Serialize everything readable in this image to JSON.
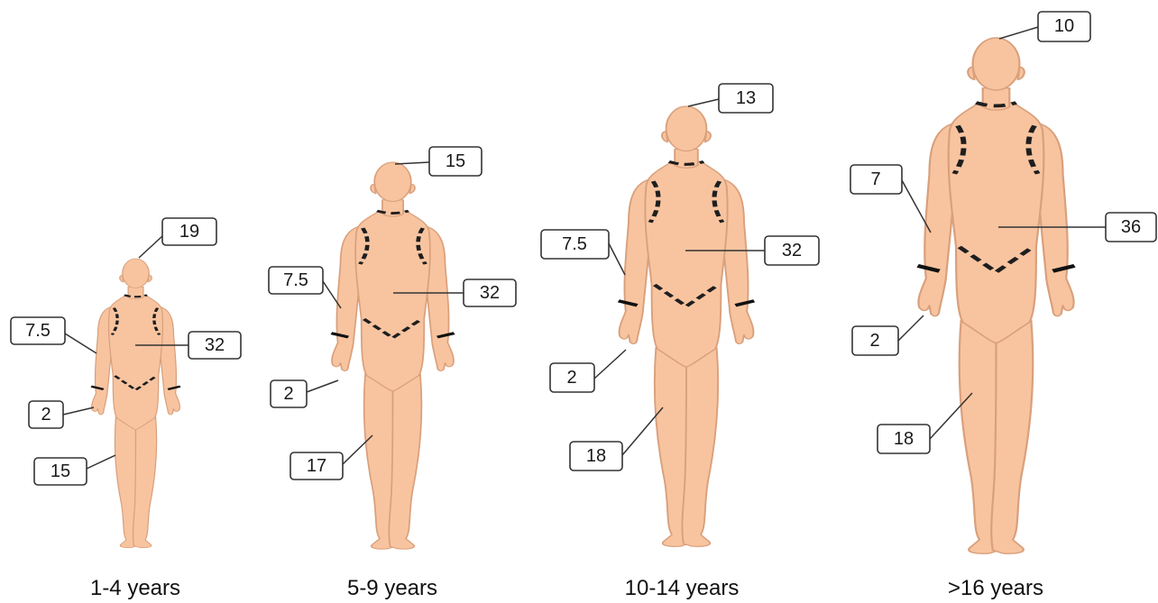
{
  "figures": [
    {
      "caption": "1-4 years",
      "labels": {
        "head": "19",
        "arm": "7.5",
        "trunk": "32",
        "hand": "2",
        "leg": "15"
      }
    },
    {
      "caption": "5-9 years",
      "labels": {
        "head": "15",
        "arm": "7.5",
        "trunk": "32",
        "hand": "2",
        "leg": "17"
      }
    },
    {
      "caption": "10-14 years",
      "labels": {
        "head": "13",
        "arm": "7.5",
        "trunk": "32",
        "hand": "2",
        "leg": "18"
      }
    },
    {
      "caption": ">16 years",
      "labels": {
        "head": "10",
        "arm": "7",
        "trunk": "36",
        "hand": "2",
        "leg": "18"
      }
    }
  ],
  "colors": {
    "skin": "#f8c4a0",
    "outline": "#d9a07c",
    "cut_line": "#1e1e1e",
    "label_border": "#333333"
  }
}
